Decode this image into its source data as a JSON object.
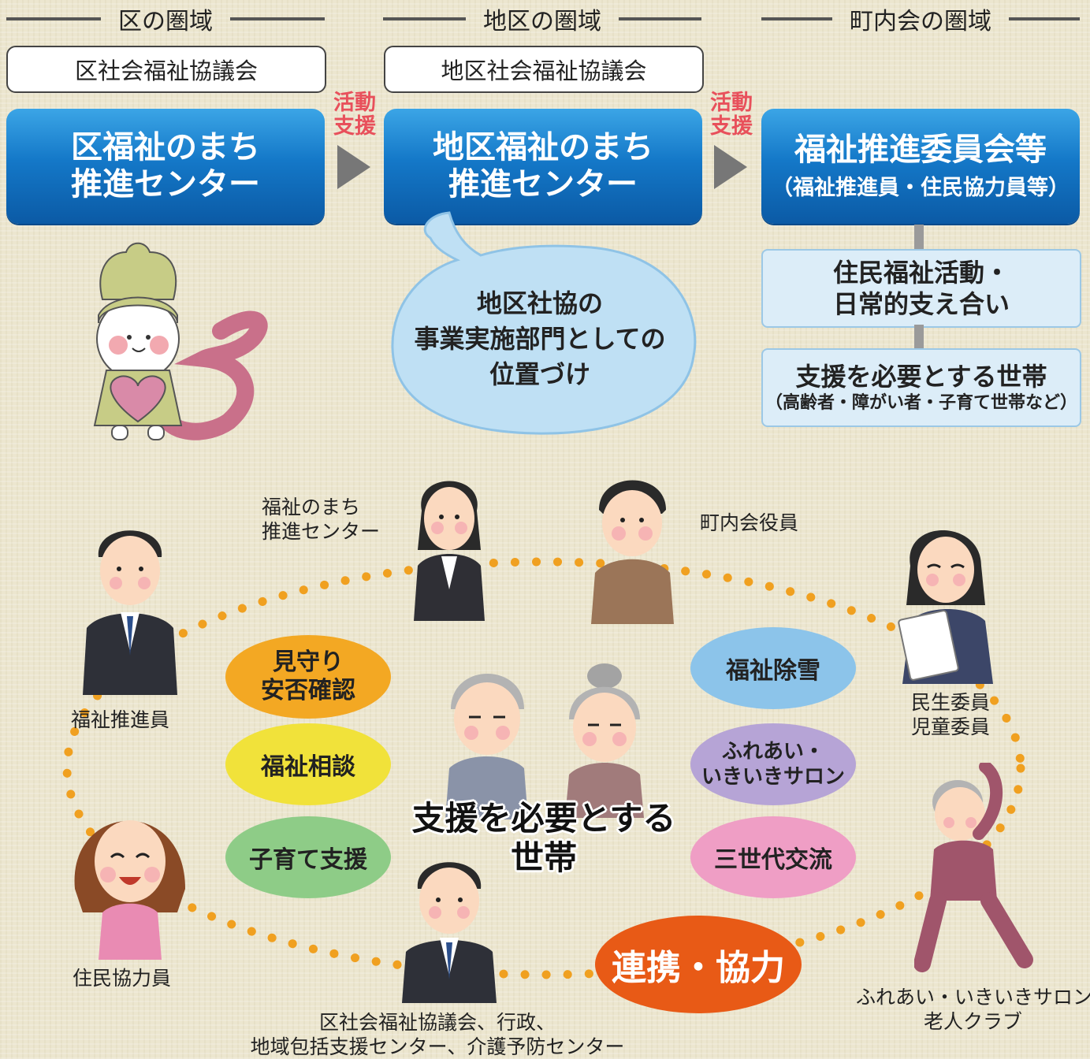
{
  "regions": {
    "ward": {
      "title": "区の圏域",
      "council": "区社会福祉協議会",
      "center_line1": "区福祉のまち",
      "center_line2": "推進センター"
    },
    "district": {
      "title": "地区の圏域",
      "council": "地区社会福祉協議会",
      "center_line1": "地区福祉のまち",
      "center_line2": "推進センター"
    },
    "neighborhood": {
      "title": "町内会の圏域",
      "committee_line1": "福祉推進委員会等",
      "committee_line2": "（福祉推進員・住民協力員等）"
    }
  },
  "support_arrows": [
    {
      "line1": "活動",
      "line2": "支援"
    },
    {
      "line1": "活動",
      "line2": "支援"
    }
  ],
  "neighborhood_boxes": {
    "activity_line1": "住民福祉活動・",
    "activity_line2": "日常的支え合い",
    "households_title": "支援を必要とする世帯",
    "households_sub": "（高齢者・障がい者・子育て世帯など）"
  },
  "speech_bubble": {
    "line1": "地区社協の",
    "line2": "事業実施部門としての",
    "line3": "位置づけ"
  },
  "people": {
    "center_staff_line1": "福祉のまち",
    "center_staff_line2": "推進センター",
    "chonaikai": "町内会役員",
    "promoter": "福祉推進員",
    "minsei_line1": "民生委員",
    "minsei_line2": "児童委員",
    "cooperator": "住民協力員",
    "salon_line1": "ふれあい・いきいきサロン",
    "salon_line2": "老人クラブ",
    "agencies_line1": "区社会福祉協議会、行政、",
    "agencies_line2": "地域包括支援センター、介護予防センター"
  },
  "activities": {
    "watch_line1": "見守り",
    "watch_line2": "安否確認",
    "consult": "福祉相談",
    "childcare": "子育て支援",
    "snow": "福祉除雪",
    "salon_line1": "ふれあい・",
    "salon_line2": "いきいきサロン",
    "generations": "三世代交流"
  },
  "center_text_line1": "支援を必要とする",
  "center_text_line2": "世帯",
  "cooperation": "連携・協力",
  "colors": {
    "blue": "#1478c8",
    "support_red": "#e8505b",
    "dots": "#f0a020",
    "orange_ellipse": "#f3a823",
    "yellow_ellipse": "#f1e23a",
    "green_ellipse": "#8ecc87",
    "lightblue_ellipse": "#8cc4ea",
    "purple_ellipse": "#b6a4d6",
    "pink_ellipse": "#ef9ec5",
    "cooperation_red": "#e85a16"
  }
}
